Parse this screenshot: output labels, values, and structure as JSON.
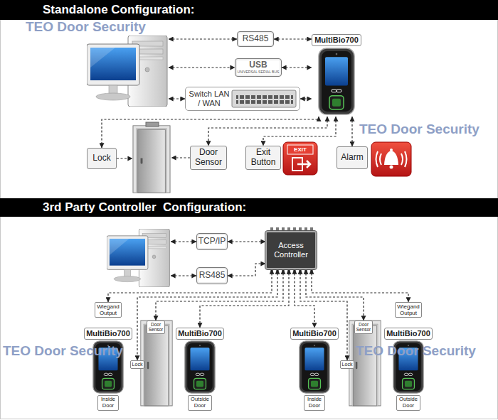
{
  "diagram": {
    "nodes": [
      {
        "text": [
          "Standalone Configuration:"
        ]
      },
      {
        "text": [
          "RS485"
        ]
      },
      {
        "text": [
          "USB",
          "UNIVERSAL SERIAL BUS"
        ]
      },
      {
        "text": [
          "Switch LAN / WAN"
        ]
      },
      {
        "text": [
          "MultiBio700"
        ]
      },
      {
        "text": [
          "Lock"
        ]
      },
      {
        "text": [
          "Door Sensor"
        ]
      },
      {
        "text": [
          "Exit Button"
        ]
      },
      {
        "text": [
          "Alarm"
        ]
      },
      {
        "text": [
          "3rd Party Controller  Configuration:"
        ]
      },
      {
        "text": [
          "TCP/IP"
        ]
      },
      {
        "text": [
          "RS485"
        ]
      },
      {
        "text": [
          "Access Controller"
        ]
      },
      {
        "text": [
          "Wiegand Output"
        ]
      },
      {
        "text": [
          "MultiBio700"
        ]
      },
      {
        "text": [
          "Inside Door"
        ]
      },
      {
        "text": [
          "Door Sensor"
        ]
      },
      {
        "text": [
          "Lock"
        ]
      },
      {
        "text": [
          "MultiBio700"
        ]
      },
      {
        "text": [
          "Outside Door"
        ]
      },
      {
        "text": [
          "MultiBio700"
        ]
      },
      {
        "text": [
          "Inside Door"
        ]
      },
      {
        "text": [
          "Door Sensor"
        ]
      },
      {
        "text": [
          "Lock"
        ]
      },
      {
        "text": [
          "Wiegand Output"
        ]
      },
      {
        "text": [
          "MultiBio700"
        ]
      },
      {
        "text": [
          "Outside Door"
        ]
      }
    ],
    "edges": [
      {
        "from": 1,
        "to": 4,
        "arrow": "both"
      },
      {
        "from": 2,
        "to": 4,
        "arrow": "both"
      },
      {
        "from": 3,
        "to": 4,
        "arrow": "both"
      },
      {
        "from": 4,
        "to": 5,
        "arrow": "both"
      },
      {
        "from": 4,
        "to": 6,
        "arrow": "both"
      },
      {
        "from": 4,
        "to": 7,
        "arrow": "both"
      },
      {
        "from": 4,
        "to": 8,
        "arrow": "both"
      },
      {
        "from": 10,
        "to": 12,
        "arrow": "both"
      },
      {
        "from": 11,
        "to": 12,
        "arrow": "both"
      },
      {
        "from": 12,
        "to": 13,
        "arrow": "both"
      },
      {
        "from": 12,
        "to": 17,
        "arrow": "both"
      },
      {
        "from": 12,
        "to": 16,
        "arrow": "both"
      },
      {
        "from": 12,
        "to": 18,
        "arrow": "both"
      },
      {
        "from": 12,
        "to": 20,
        "arrow": "both"
      },
      {
        "from": 12,
        "to": 23,
        "arrow": "both"
      },
      {
        "from": 12,
        "to": 22,
        "arrow": "both"
      },
      {
        "from": 12,
        "to": 24,
        "arrow": "both"
      }
    ],
    "labels": [
      "TEO Door Security",
      "TEO Door Security",
      "EXIT",
      "TEO Door Security",
      "TEO Door Security"
    ]
  }
}
